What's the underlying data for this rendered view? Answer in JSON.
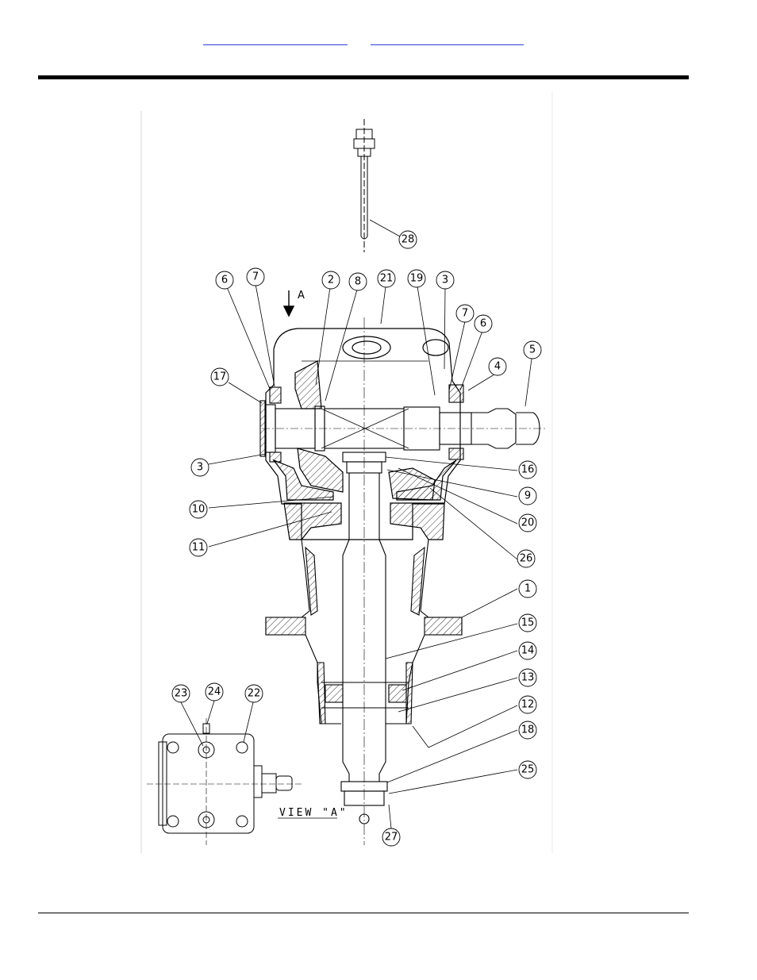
{
  "header": {
    "links": [
      "",
      ""
    ]
  },
  "diagram": {
    "view_marker": "A",
    "view_label": "VIEW \"A\"",
    "callouts": [
      "28",
      "6",
      "7",
      "2",
      "8",
      "21",
      "19",
      "3",
      "7",
      "6",
      "4",
      "5",
      "17",
      "3",
      "16",
      "9",
      "20",
      "26",
      "10",
      "11",
      "1",
      "15",
      "14",
      "13",
      "12",
      "18",
      "25",
      "27",
      "23",
      "24",
      "22"
    ]
  }
}
